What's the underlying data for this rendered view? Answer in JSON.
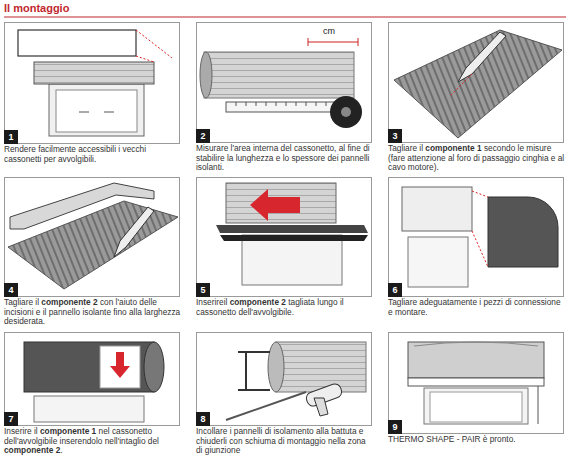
{
  "diagram": {
    "title": "Il montaggio",
    "nodes": [
      {
        "text": [
          "1",
          "Rendere facilmente accessibili i vecchi cassonetti per avvolgibili."
        ]
      },
      {
        "text": [
          "2",
          "Misurare l'area interna del cassonetto, al fine di stabilire la lunghezza e lo spessore dei pannelli isolanti."
        ]
      },
      {
        "text": [
          "3",
          "Tagliare il componente 1 secondo le misure (fare attenzione al foro di passaggio cinghia e al cavo motore)."
        ]
      },
      {
        "text": [
          "4",
          "Tagliare il componente 2 con l'aiuto delle incisioni e il pannello isolante fino alla larghezza desiderata."
        ]
      },
      {
        "text": [
          "5",
          "Inserireil componente 2 tagliata lungo il cassonetto dell'avvolgibile."
        ]
      },
      {
        "text": [
          "6",
          "Tagliare adeguatamente i pezzi di connessione e montare."
        ]
      },
      {
        "text": [
          "7",
          "Inserire il componente 1 nel cassonetto dell'avvolgibile inserendolo nell'intaglio del componente 2."
        ]
      },
      {
        "text": [
          "8",
          "Incollare i pannelli di isolamento alla battuta e chiuderli con schiuma di montaggio nella zona di giunzione"
        ]
      },
      {
        "text": [
          "9",
          "THERMO SHAPE - PAIR è pronto."
        ]
      }
    ],
    "labels": [
      "cm"
    ]
  }
}
